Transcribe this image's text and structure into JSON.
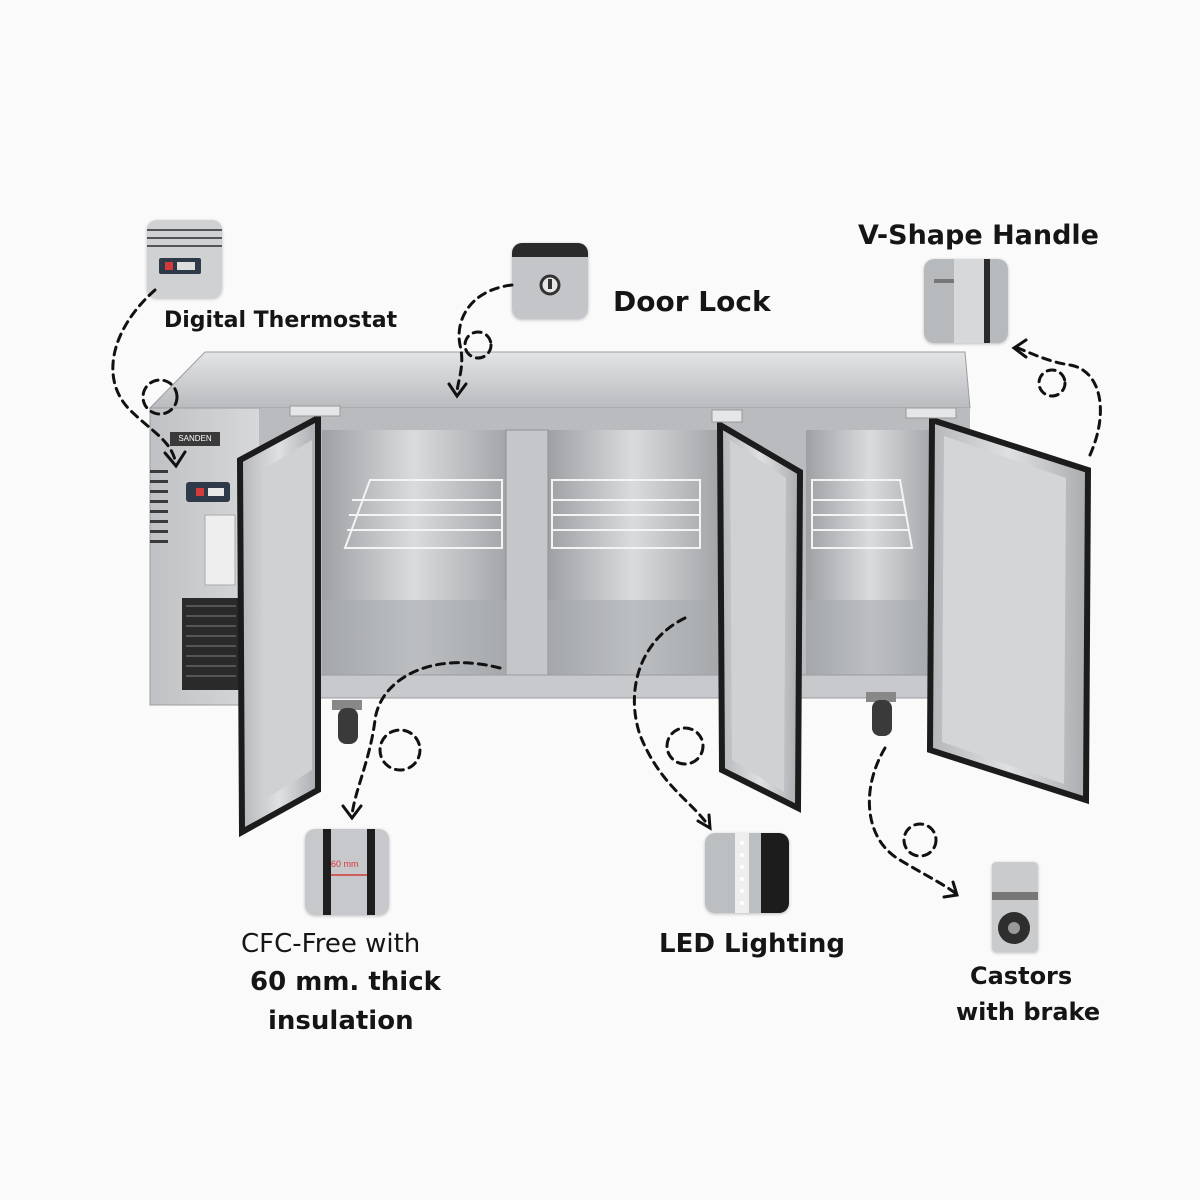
{
  "product": {
    "brand_badge": "SANDEN"
  },
  "callouts": {
    "thermostat": {
      "label": "Digital Thermostat",
      "icon": "thermostat-closeup"
    },
    "door_lock": {
      "label": "Door Lock",
      "icon": "lock-closeup"
    },
    "handle": {
      "label": "V-Shape Handle",
      "icon": "handle-closeup"
    },
    "insulation": {
      "line1": "CFC-Free with",
      "line2": "60 mm. thick",
      "line3": "insulation",
      "measure": "60 mm",
      "icon": "insulation-closeup"
    },
    "led": {
      "label": "LED Lighting",
      "icon": "led-closeup"
    },
    "castors": {
      "line1": "Castors",
      "line2": "with brake",
      "icon": "castor-closeup"
    }
  },
  "colors": {
    "steel": "#c9cbcd",
    "steel_dark": "#8d9093",
    "gasket": "#1c1c1c",
    "interior": "#b8bbbe",
    "accent_red": "#d43a3a"
  }
}
